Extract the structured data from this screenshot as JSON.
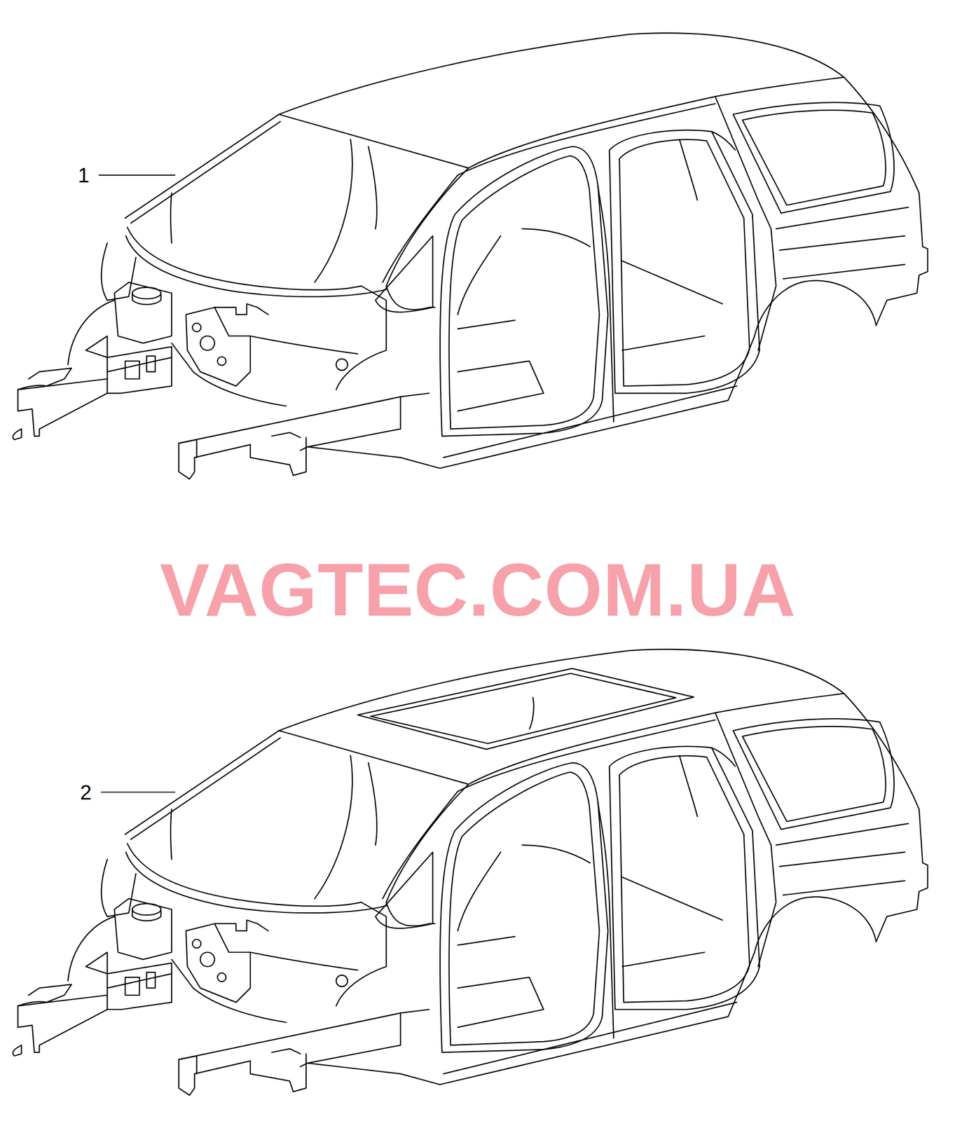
{
  "diagram": {
    "labels": [
      "1",
      "2",
      "VAGTEC.COM.UA"
    ]
  }
}
